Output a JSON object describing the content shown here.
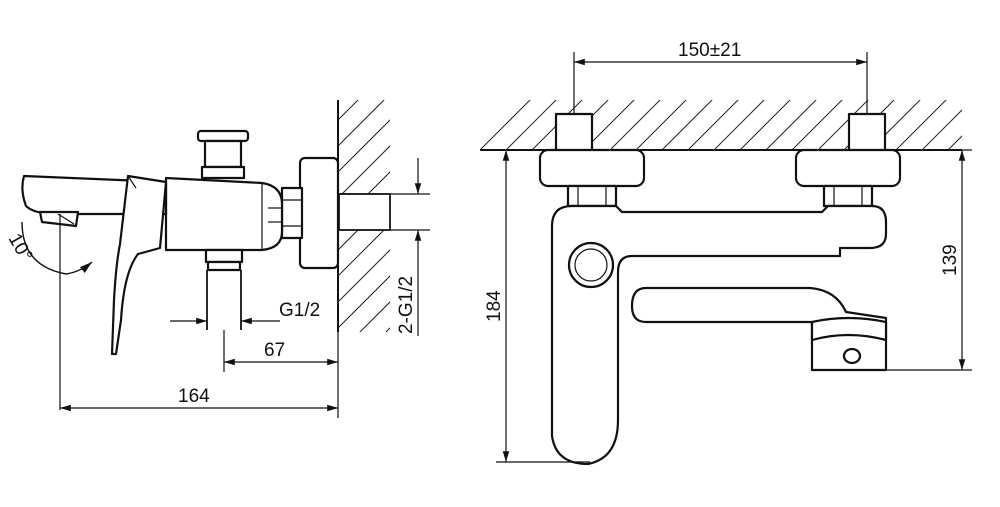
{
  "drawing": {
    "labels": {
      "angle": "10°",
      "thread_outlet": "G1/2",
      "thread_inlets": "2-G1/2",
      "width_67": "67",
      "length_164": "164",
      "spacing": "150±21",
      "height_184": "184",
      "height_139": "139"
    }
  }
}
